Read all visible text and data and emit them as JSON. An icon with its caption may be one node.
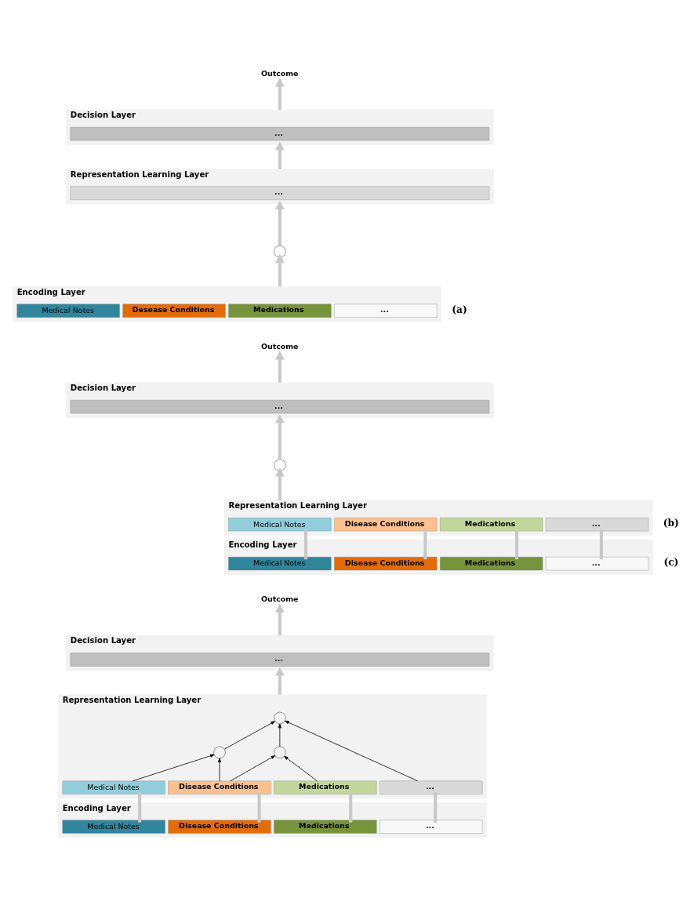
{
  "diagram": {
    "nodes": [
      {
        "text": [
          "Outcome"
        ]
      },
      {
        "text": [
          "Decision Layer"
        ]
      },
      {
        "text": [
          "..."
        ],
        "in": 1
      },
      {
        "text": [
          "Representation Learning Layer"
        ]
      },
      {
        "text": [
          "..."
        ],
        "in": 3
      },
      {
        "text": [],
        "shape": "circle"
      },
      {
        "text": [
          "Encoding Layer"
        ]
      },
      {
        "text": [
          "Medical Notes"
        ],
        "in": 6
      },
      {
        "text": [
          "Desease Conditions"
        ],
        "in": 6
      },
      {
        "text": [
          "Medications"
        ],
        "in": 6
      },
      {
        "text": [
          "..."
        ],
        "in": 6
      },
      {
        "text": [
          "Outcome"
        ]
      },
      {
        "text": [
          "Decision Layer"
        ]
      },
      {
        "text": [
          "..."
        ],
        "in": 12
      },
      {
        "text": [],
        "shape": "circle"
      },
      {
        "text": [
          "Representation Learning Layer"
        ]
      },
      {
        "text": [
          "Medical Notes"
        ],
        "in": 15
      },
      {
        "text": [
          "Disease Conditions"
        ],
        "in": 15
      },
      {
        "text": [
          "Medications"
        ],
        "in": 15
      },
      {
        "text": [
          "..."
        ],
        "in": 15
      },
      {
        "text": [
          "Encoding Layer"
        ]
      },
      {
        "text": [
          "Medical Notes"
        ],
        "in": 20
      },
      {
        "text": [
          "Disease Conditions"
        ],
        "in": 20
      },
      {
        "text": [
          "Medications"
        ],
        "in": 20
      },
      {
        "text": [
          "..."
        ],
        "in": 20
      },
      {
        "text": [
          "Outcome"
        ]
      },
      {
        "text": [
          "Decision Layer"
        ]
      },
      {
        "text": [
          "..."
        ],
        "in": 26
      },
      {
        "text": [
          "Representation Learning Layer"
        ]
      },
      {
        "text": [],
        "shape": "circle",
        "in": 28
      },
      {
        "text": [],
        "shape": "circle",
        "in": 28
      },
      {
        "text": [],
        "shape": "circle",
        "in": 28
      },
      {
        "text": [
          "Medical Notes"
        ],
        "in": 28
      },
      {
        "text": [
          "Disease Conditions"
        ],
        "in": 28
      },
      {
        "text": [
          "Medications"
        ],
        "in": 28
      },
      {
        "text": [
          "..."
        ],
        "in": 28
      },
      {
        "text": [
          "Encoding Layer"
        ]
      },
      {
        "text": [
          "Medical Notes"
        ],
        "in": 36
      },
      {
        "text": [
          "Disease Conditions"
        ],
        "in": 36
      },
      {
        "text": [
          "Medications"
        ],
        "in": 36
      },
      {
        "text": [
          "..."
        ],
        "in": 36
      }
    ],
    "edges": [
      {
        "from": 6,
        "to": 5,
        "arrow": "to"
      },
      {
        "from": 5,
        "to": 3,
        "arrow": "to"
      },
      {
        "from": 3,
        "to": 1,
        "arrow": "to"
      },
      {
        "from": 1,
        "to": 0,
        "arrow": "to"
      },
      {
        "from": 21,
        "to": 16,
        "arrow": "none"
      },
      {
        "from": 22,
        "to": 17,
        "arrow": "none"
      },
      {
        "from": 23,
        "to": 18,
        "arrow": "none"
      },
      {
        "from": 24,
        "to": 19,
        "arrow": "none"
      },
      {
        "from": 15,
        "to": 14,
        "arrow": "to"
      },
      {
        "from": 14,
        "to": 12,
        "arrow": "to"
      },
      {
        "from": 12,
        "to": 11,
        "arrow": "to"
      },
      {
        "from": 37,
        "to": 32,
        "arrow": "none"
      },
      {
        "from": 38,
        "to": 33,
        "arrow": "none"
      },
      {
        "from": 39,
        "to": 34,
        "arrow": "none"
      },
      {
        "from": 40,
        "to": 35,
        "arrow": "none"
      },
      {
        "from": 32,
        "to": 31,
        "arrow": "to",
        "color": "#000000"
      },
      {
        "from": 33,
        "to": 31,
        "arrow": "to",
        "color": "#000000"
      },
      {
        "from": 33,
        "to": 30,
        "arrow": "to",
        "color": "#000000"
      },
      {
        "from": 34,
        "to": 30,
        "arrow": "to",
        "color": "#000000"
      },
      {
        "from": 31,
        "to": 29,
        "arrow": "to",
        "color": "#000000"
      },
      {
        "from": 30,
        "to": 29,
        "arrow": "to",
        "color": "#000000"
      },
      {
        "from": 35,
        "to": 29,
        "arrow": "to",
        "color": "#000000"
      },
      {
        "from": 28,
        "to": 26,
        "arrow": "to"
      },
      {
        "from": 26,
        "to": 25,
        "arrow": "to"
      }
    ],
    "labels": [
      "(a)",
      "(b)",
      "(c)"
    ]
  }
}
